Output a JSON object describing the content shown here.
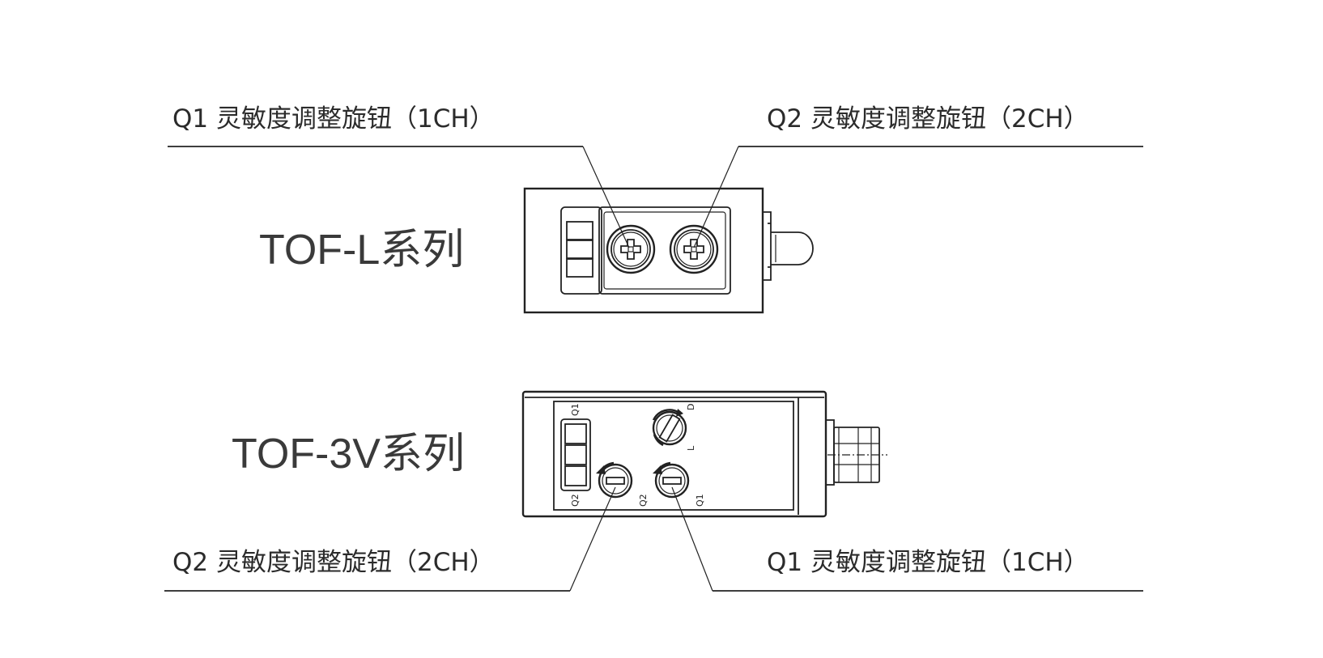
{
  "title": "",
  "tof_l": {
    "series_label": "TOF-L系列",
    "callout_left": "Q1 灵敏度调整旋钮（1CH）",
    "callout_right": "Q2 灵敏度调整旋钮（2CH）"
  },
  "tof_3v": {
    "series_label": "TOF-3V系列",
    "callout_left": "Q2 灵敏度调整旋钮（2CH）",
    "callout_right": "Q1 灵敏度调整旋钮（1CH）",
    "marks": {
      "q1_top": "Q1",
      "q2_bottom": "Q2",
      "q2_knob": "Q2",
      "q1_knob": "Q1",
      "mode_l": "L",
      "mode_d": "D"
    }
  },
  "colors": {
    "line": "#222222",
    "text": "#2b2b2b",
    "background": "#ffffff"
  }
}
